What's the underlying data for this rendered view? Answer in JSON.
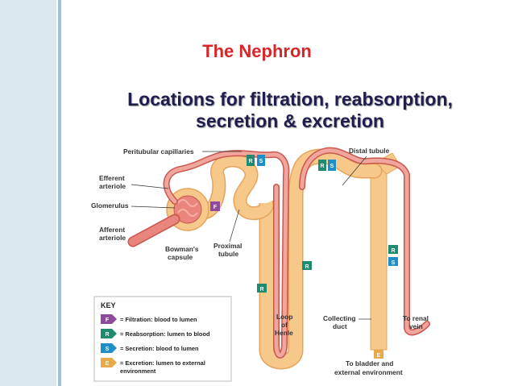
{
  "slide": {
    "title": "The Nephron",
    "subtitle_line1": "Locations for filtration, reabsorption,",
    "subtitle_line2": "secretion & excretion"
  },
  "labels": {
    "peritubular": "Peritubular capillaries",
    "distal": "Distal tubule",
    "efferent1": "Efferent",
    "efferent2": "arteriole",
    "glomerulus": "Glomerulus",
    "afferent1": "Afferent",
    "afferent2": "arteriole",
    "bowman1": "Bowman's",
    "bowman2": "capsule",
    "proximal1": "Proximal",
    "proximal2": "tubule",
    "loop1": "Loop",
    "loop2": "of",
    "loop3": "Henle",
    "collecting1": "Collecting",
    "collecting2": "duct",
    "renal1": "To renal",
    "renal2": "vein",
    "bladder1": "To bladder and",
    "bladder2": "external environment"
  },
  "key": {
    "title": "KEY",
    "items": [
      {
        "letter": "F",
        "text": "= Filtration: blood to lumen",
        "color": "#8e4a9c"
      },
      {
        "letter": "R",
        "text": "= Reabsorption: lumen to blood",
        "color": "#1e8a6e"
      },
      {
        "letter": "S",
        "text": "= Secretion: blood to lumen",
        "color": "#1e8fc6"
      },
      {
        "letter": "E",
        "text": "= Excretion: lumen to external",
        "text2": "environment",
        "color": "#e7a94a"
      }
    ]
  },
  "badges": {
    "F": "F",
    "R": "R",
    "S": "S",
    "E": "E"
  },
  "colors": {
    "title": "#d7262a",
    "subtitle": "#1f1f4f",
    "tubule": "#f6c98b",
    "vessel": "#e9857c"
  }
}
